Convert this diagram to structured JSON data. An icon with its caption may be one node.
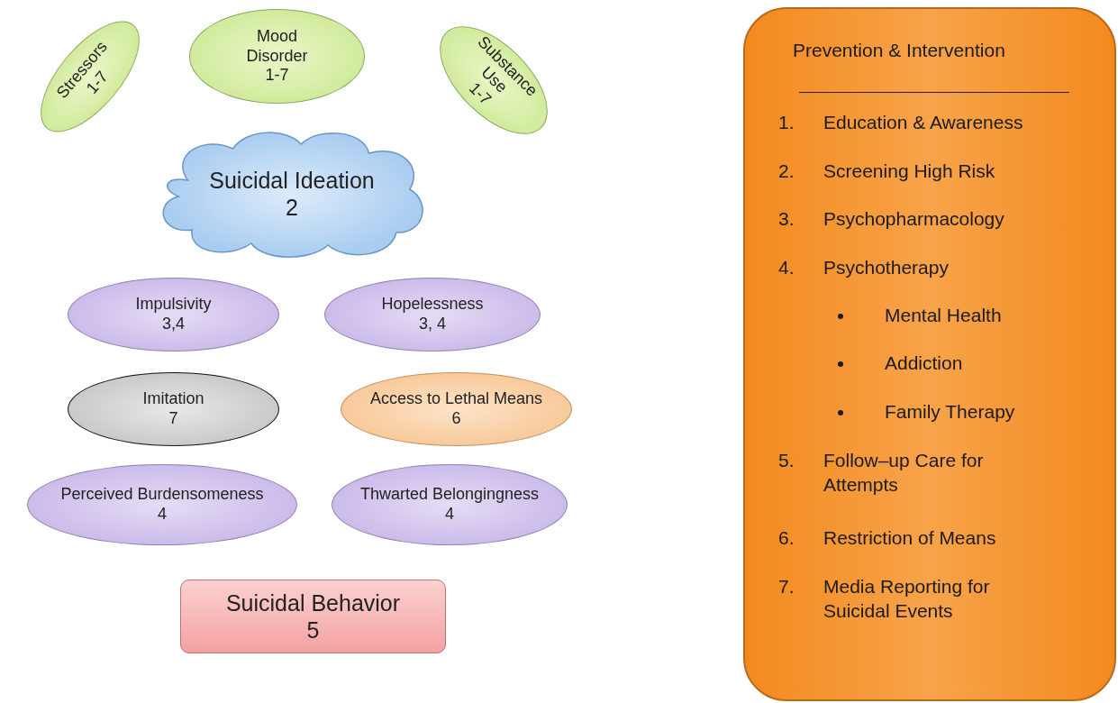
{
  "diagram": {
    "nodes": [
      {
        "text": [
          "Stressors",
          "1-7"
        ]
      },
      {
        "text": [
          "Mood Disorder",
          "1-7"
        ]
      },
      {
        "text": [
          "Substance Use",
          "1-7"
        ]
      },
      {
        "text": [
          "Suicidal Ideation",
          "2"
        ]
      },
      {
        "text": [
          "Impulsivity",
          "3,4"
        ]
      },
      {
        "text": [
          "Hopelessness",
          "3, 4"
        ]
      },
      {
        "text": [
          "Imitation",
          "7"
        ]
      },
      {
        "text": [
          "Access to Lethal Means",
          "6"
        ]
      },
      {
        "text": [
          "Perceived Burdensomeness",
          "4"
        ]
      },
      {
        "text": [
          "Thwarted Belongingness",
          "4"
        ]
      },
      {
        "text": [
          "Suicidal Behavior",
          "5"
        ]
      },
      {
        "text": [
          "Prevention & Intervention",
          "1.",
          "Education & Awareness",
          "2.",
          "Screening High Risk",
          "3.",
          "Psychopharmacology",
          "4.",
          "Psychotherapy",
          "Mental Health",
          "Addiction",
          "Family Therapy",
          "5.",
          "Follow–up  Care for Attempts",
          "6.",
          "Restriction of Means",
          "7.",
          "Media Reporting for Suicidal Events"
        ]
      }
    ],
    "edges": []
  }
}
